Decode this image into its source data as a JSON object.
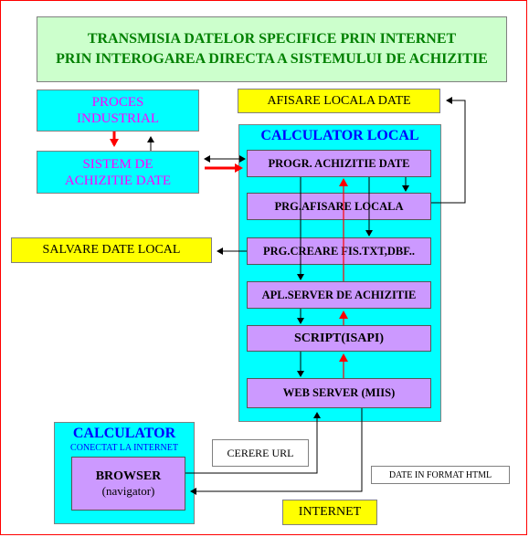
{
  "title": {
    "line1": "TRANSMISIA DATELOR  SPECIFICE PRIN INTERNET",
    "line2": "PRIN INTEROGAREA DIRECTA A SISTEMULUI DE ACHIZITIE"
  },
  "proces": {
    "line1": "PROCES",
    "line2": "INDUSTRIAL"
  },
  "sistem": {
    "line1": "SISTEM DE",
    "line2": "ACHIZITIE DATE"
  },
  "afisare_locala": "AFISARE LOCALA DATE",
  "salvare_local": "SALVARE DATE LOCAL",
  "calculator_local": {
    "title": "CALCULATOR LOCAL",
    "programs": [
      "PROGR. ACHIZITIE DATE",
      "PRG.AFISARE LOCALA",
      "PRG.CREARE FIS.TXT,DBF..",
      "APL.SERVER DE ACHIZITIE",
      "SCRIPT(ISAPI)",
      "WEB SERVER (MIIS)"
    ]
  },
  "calculator_client": {
    "title": "CALCULATOR",
    "subtitle": "CONECTAT LA INTERNET",
    "browser": "BROWSER",
    "navigator": "(navigator)"
  },
  "cerere_url": "CERERE URL",
  "date_html": "DATE IN FORMAT HTML",
  "internet": "INTERNET",
  "colors": {
    "title_bg": "#ccffcc",
    "title_text": "#008000",
    "cyan": "#00ffff",
    "yellow": "#ffff00",
    "purple": "#cc99ff",
    "magenta": "#ff00ff",
    "blue": "#0000ff",
    "red_arrow": "#ff0000"
  }
}
